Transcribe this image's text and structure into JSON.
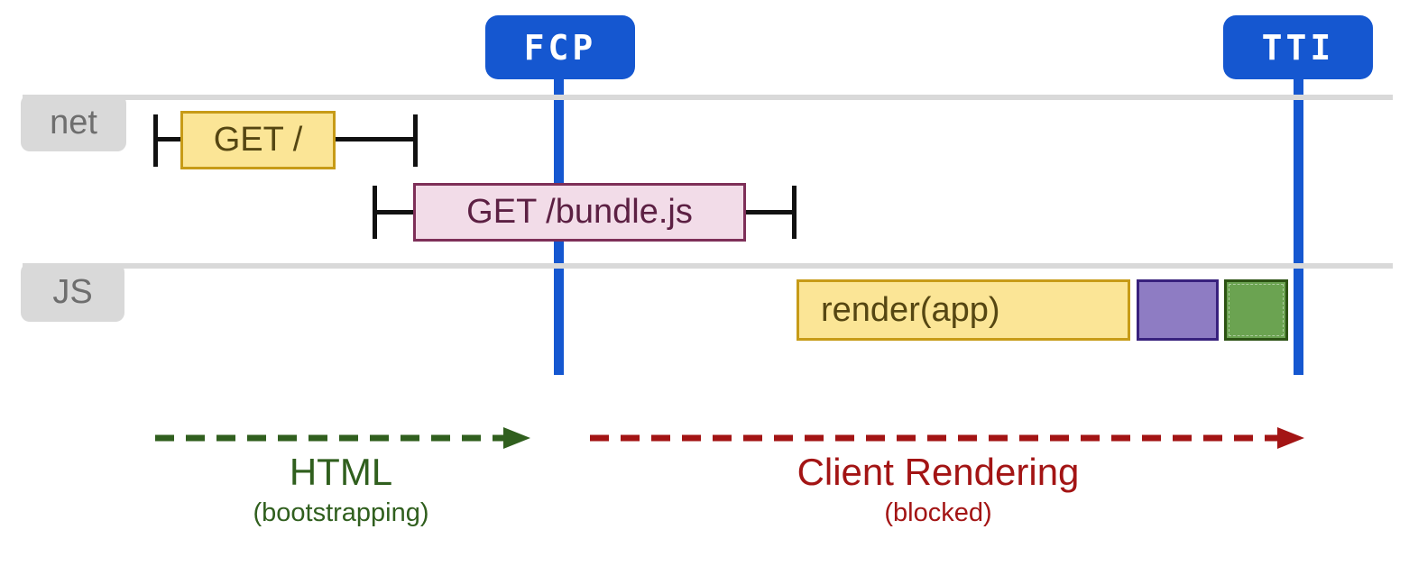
{
  "markers": {
    "fcp": "FCP",
    "tti": "TTI"
  },
  "lanes": {
    "net": "net",
    "js": "JS"
  },
  "events": {
    "get_root": "GET /",
    "get_bundle": "GET /bundle.js",
    "render_app": "render(app)"
  },
  "phases": {
    "html": {
      "label": "HTML",
      "note": "(bootstrapping)"
    },
    "client": {
      "label": "Client Rendering",
      "note": "(blocked)"
    }
  },
  "colors": {
    "marker_blue": "#1557d0",
    "lane_gray": "#d9d9d9",
    "lane_label_text": "#6e6e6e",
    "yellow_fill": "#fbe596",
    "yellow_border": "#c79b17",
    "yellow_text": "#554612",
    "pink_fill": "#f2dce8",
    "pink_border": "#7e2f58",
    "pink_text": "#5c2043",
    "purple_fill": "#8e7cc3",
    "purple_border": "#38217d",
    "green_fill": "#6ba351",
    "green_border": "#2c5213",
    "phase_green": "#305f1e",
    "phase_red": "#a31414",
    "bracket_black": "#111111"
  }
}
